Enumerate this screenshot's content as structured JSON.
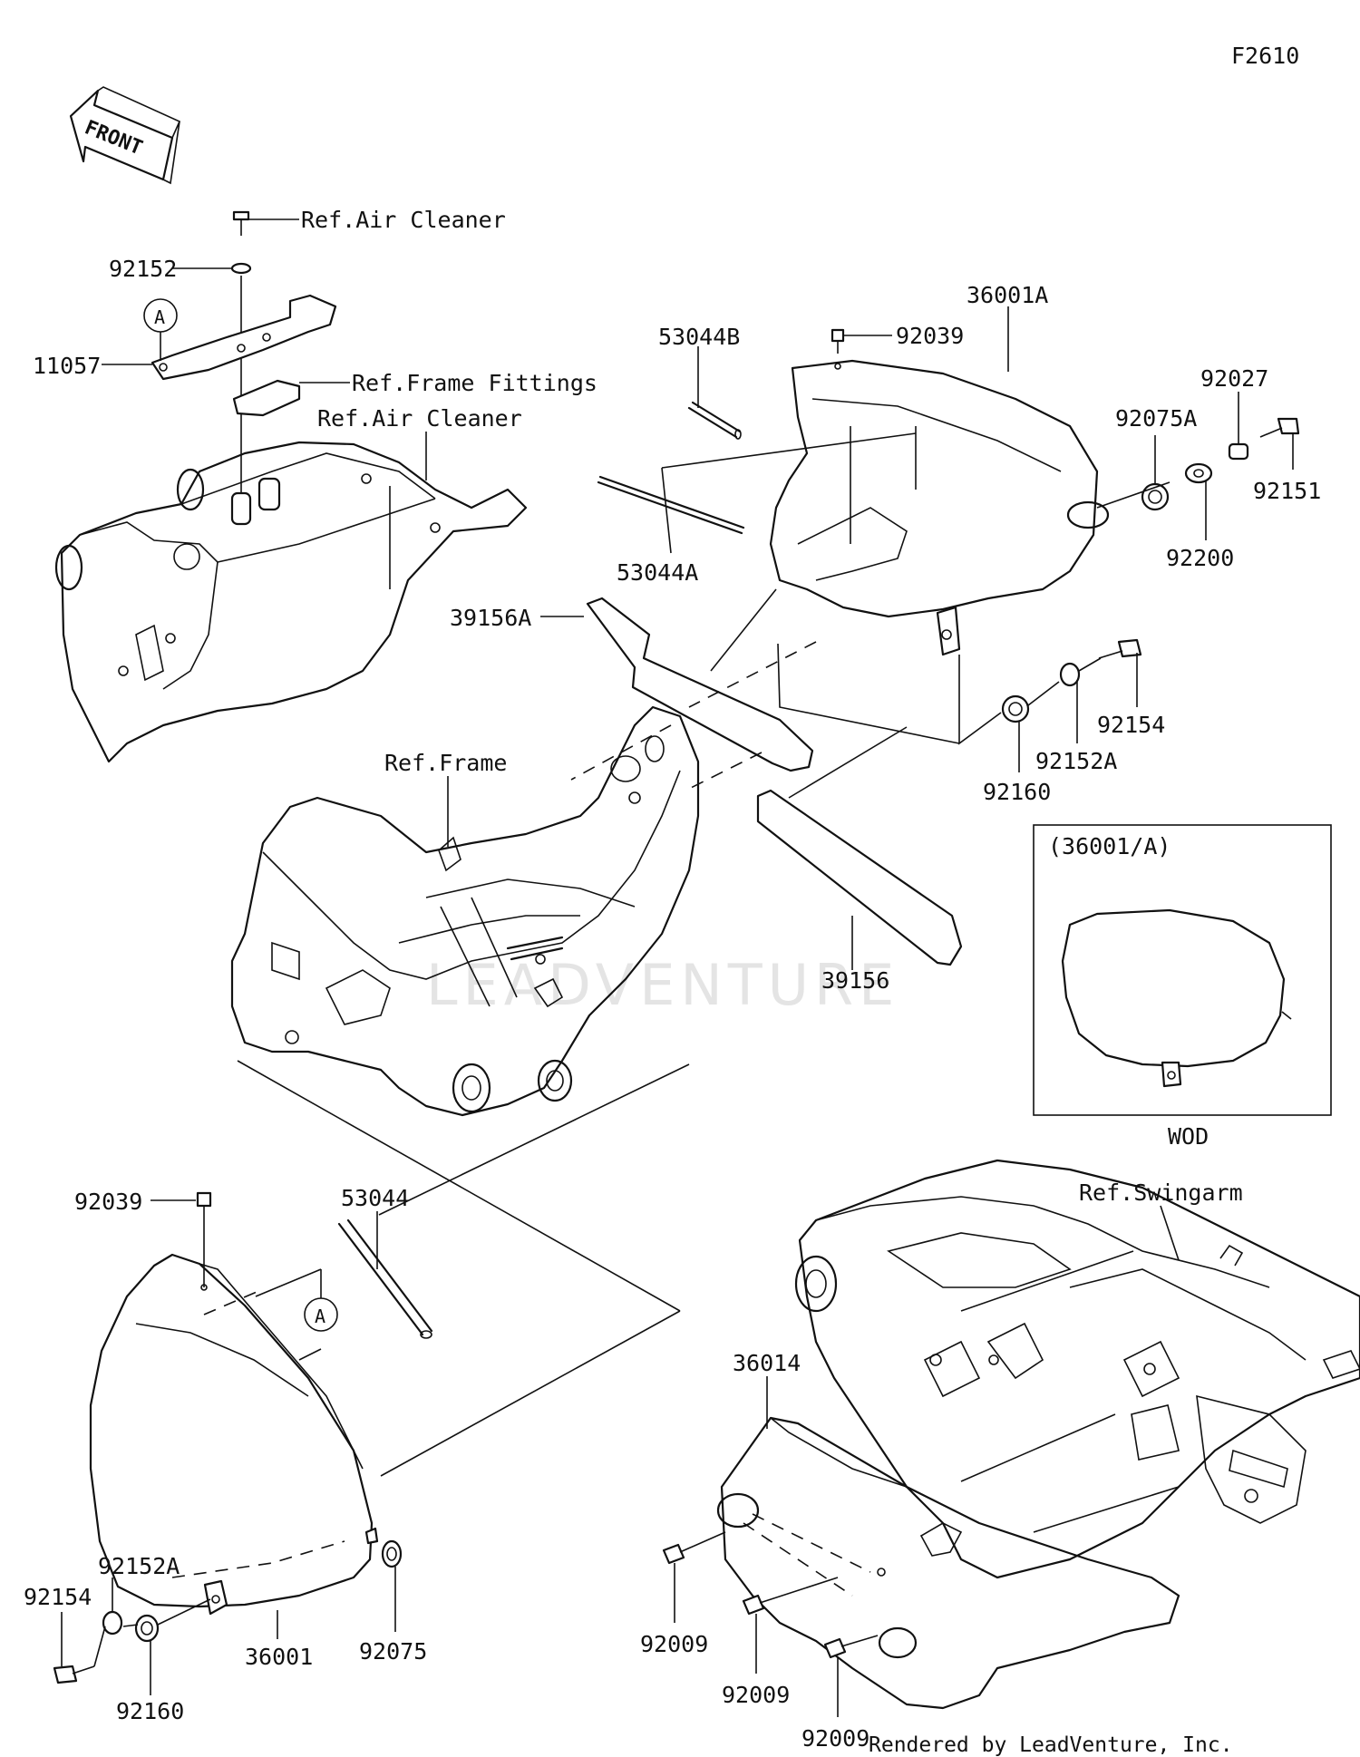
{
  "figure_code": "F2610",
  "front_arrow_label": "FRONT",
  "watermark": "LEADVENTURE",
  "footer": "Rendered by LeadVenture, Inc.",
  "inset": {
    "title": "(36001/A)",
    "caption": "WOD"
  },
  "callouts": {
    "a1": "A",
    "a2": "A"
  },
  "labels": {
    "ref_air_cleaner_top": "Ref.Air Cleaner",
    "p92152": "92152",
    "p11057": "11057",
    "ref_frame_fittings": "Ref.Frame Fittings",
    "ref_air_cleaner": "Ref.Air Cleaner",
    "p53044B": "53044B",
    "p92039_top": "92039",
    "p36001A": "36001A",
    "p92027": "92027",
    "p92075A": "92075A",
    "p92151": "92151",
    "p53044A": "53044A",
    "p92200": "92200",
    "p39156A": "39156A",
    "p92154_right": "92154",
    "p92152A_right": "92152A",
    "p92160_right": "92160",
    "ref_frame": "Ref.Frame",
    "p39156": "39156",
    "ref_swingarm": "Ref.Swingarm",
    "p92039_bottom": "92039",
    "p53044": "53044",
    "p36014": "36014",
    "p92152A_left": "92152A",
    "p92154_left": "92154",
    "p36001": "36001",
    "p92075": "92075",
    "p92160_left": "92160",
    "p92009_1": "92009",
    "p92009_2": "92009",
    "p92009_3": "92009"
  }
}
